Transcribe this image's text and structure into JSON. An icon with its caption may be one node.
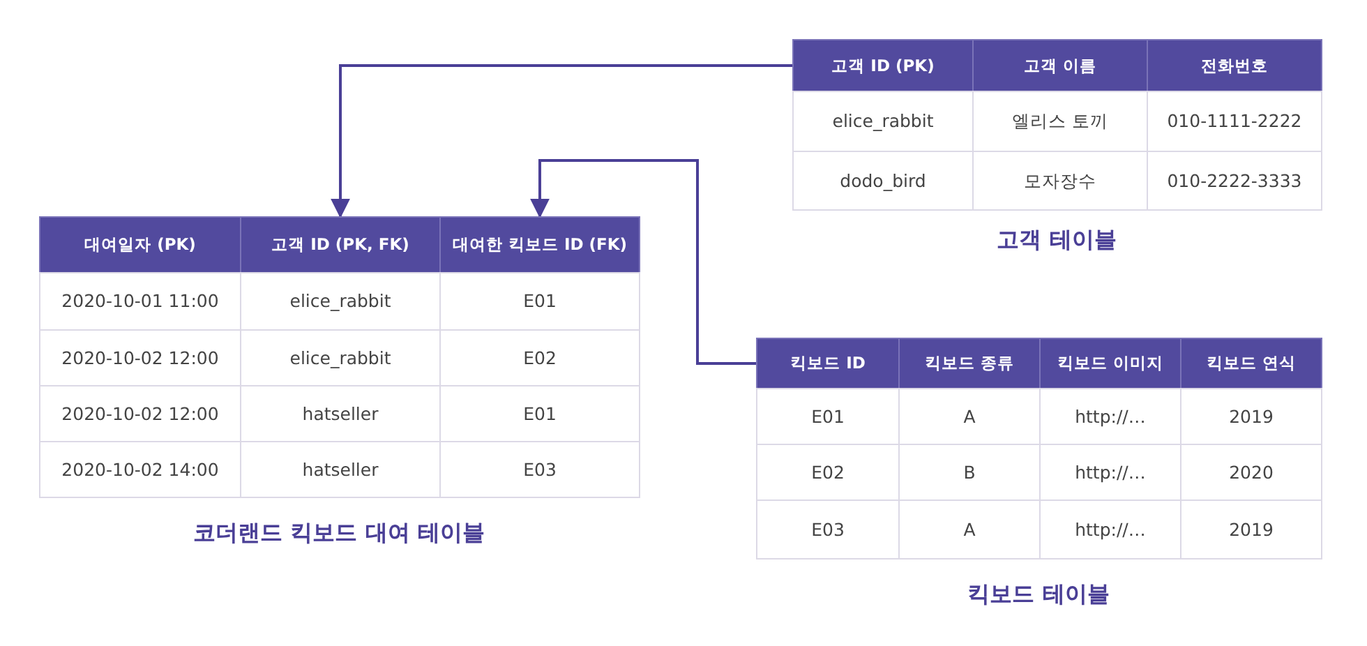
{
  "diagram": {
    "nodes": [
      {
        "text": [
          "고객 ID (PK)"
        ]
      },
      {
        "text": [
          "고객 이름"
        ]
      },
      {
        "text": [
          "전화번호"
        ]
      },
      {
        "text": [
          "대여일자 (PK)"
        ]
      },
      {
        "text": [
          "고객 ID (PK, FK)"
        ]
      },
      {
        "text": [
          "대여한 킥보드 ID (FK)"
        ]
      },
      {
        "text": [
          "킥보드 ID"
        ]
      },
      {
        "text": [
          "킥보드 종류"
        ]
      },
      {
        "text": [
          "킥보드 이미지"
        ]
      },
      {
        "text": [
          "킥보드 연식"
        ]
      }
    ],
    "edges": [
      {
        "from": 0,
        "to": 4,
        "arrow": "to"
      },
      {
        "from": 6,
        "to": 5,
        "arrow": "to"
      }
    ],
    "labels": [
      "elice_rabbit",
      "엘리스 토끼",
      "010-1111-2222",
      "dodo_bird",
      "모자장수",
      "010-2222-3333",
      "고객 테이블",
      "2020-10-01 11:00",
      "elice_rabbit",
      "E01",
      "2020-10-02 12:00",
      "elice_rabbit",
      "E02",
      "2020-10-02 12:00",
      "hatseller",
      "E01",
      "2020-10-02 14:00",
      "hatseller",
      "E03",
      "코더랜드 킥보드 대여 테이블",
      "E01",
      "A",
      "http://…",
      "2019",
      "E02",
      "B",
      "http://…",
      "2020",
      "E03",
      "A",
      "http://…",
      "2019",
      "킥보드 테이블"
    ]
  }
}
